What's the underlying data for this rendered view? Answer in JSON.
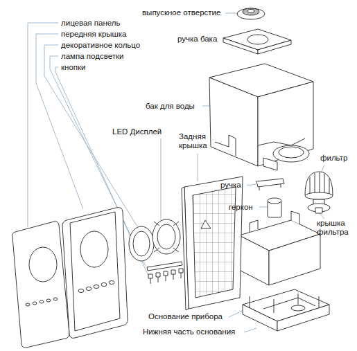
{
  "diagram": {
    "labels": [
      "выпускное отверстие",
      "ручка бака",
      "лицевая панель",
      "передняя крышка",
      "декоративное кольцо",
      "лампа подсветки",
      "кнопки",
      "бак для воды",
      "LED Дисплей",
      "Задняя крышка",
      "фильтр",
      "ручка",
      "геркон",
      "крышка фильтра",
      "Основание прибора",
      "Нижняя часть основания"
    ]
  }
}
